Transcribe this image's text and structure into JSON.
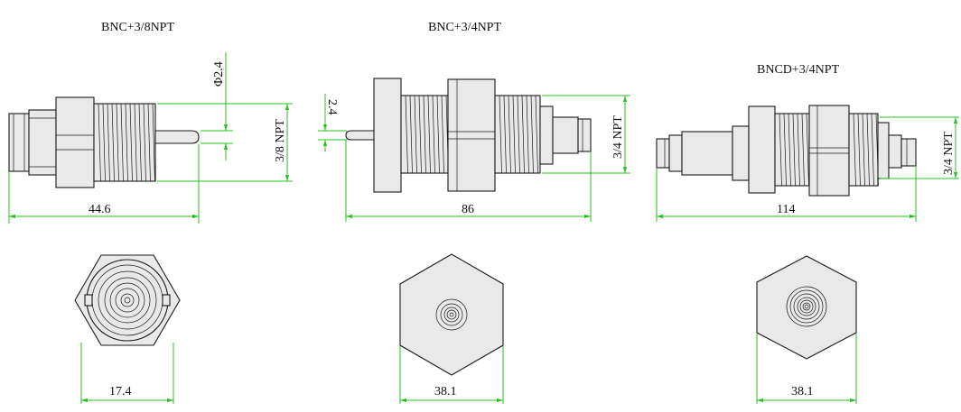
{
  "drawings": [
    {
      "title": "BNC+3/8NPT",
      "length_dim": "44.6",
      "thread_dim": "3/8 NPT",
      "pin_dim": "Φ2.4",
      "face_dim": "17.4"
    },
    {
      "title": "BNC+3/4NPT",
      "length_dim": "86",
      "thread_dim": "3/4 NPT",
      "pin_dim": "2.4",
      "face_dim": "38.1"
    },
    {
      "title": "BNCD+3/4NPT",
      "length_dim": "114",
      "thread_dim": "3/4 NPT",
      "face_dim": "38.1"
    }
  ],
  "colors": {
    "line": "#1a1a1a",
    "dimension": "#27c21e",
    "body_fill": "#e9e9e9"
  }
}
